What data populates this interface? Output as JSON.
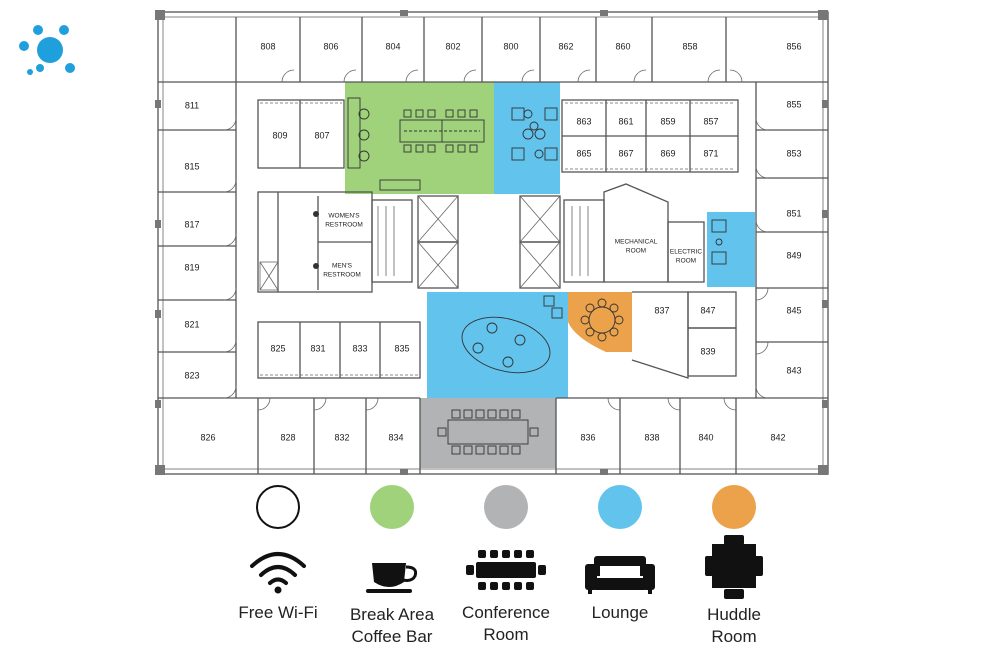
{
  "colors": {
    "break_area": "#9fd27b",
    "lounge": "#62c3ec",
    "conference": "#b1b3b5",
    "huddle": "#eba24b",
    "logo": "#1fa0dc"
  },
  "rooms": {
    "r808": "808",
    "r806": "806",
    "r804": "804",
    "r802": "802",
    "r800": "800",
    "r862": "862",
    "r860": "860",
    "r858": "858",
    "r856": "856",
    "r811": "811",
    "r809": "809",
    "r807": "807",
    "r815": "815",
    "r817": "817",
    "r819": "819",
    "r821": "821",
    "r823": "823",
    "r826": "826",
    "r825": "825",
    "r831": "831",
    "r833": "833",
    "r835": "835",
    "r828": "828",
    "r832": "832",
    "r834": "834",
    "r863": "863",
    "r861": "861",
    "r859": "859",
    "r857": "857",
    "r865": "865",
    "r867": "867",
    "r869": "869",
    "r871": "871",
    "r855": "855",
    "r853": "853",
    "r851": "851",
    "r849": "849",
    "r845": "845",
    "r843": "843",
    "r842": "842",
    "r840": "840",
    "r838": "838",
    "r836": "836",
    "r837": "837",
    "r847": "847",
    "r839": "839",
    "womens_1": "WOMEN'S",
    "womens_2": "RESTROOM",
    "mens_1": "MEN'S",
    "mens_2": "RESTROOM",
    "mech_1": "MECHANICAL",
    "mech_2": "ROOM",
    "elec_1": "ELECTRIC",
    "elec_2": "ROOM"
  },
  "legend": {
    "wifi_1": "Free Wi-Fi",
    "break_1": "Break Area",
    "break_2": "Coffee Bar",
    "conf_1": "Conference",
    "conf_2": "Room",
    "lounge_1": "Lounge",
    "huddle_1": "Huddle",
    "huddle_2": "Room"
  },
  "icons": {
    "logo": "molecule-logo-icon",
    "wifi": "wifi-icon",
    "coffee": "coffee-cup-icon",
    "conference": "conference-table-icon",
    "lounge": "sofa-icon",
    "huddle": "huddle-table-icon"
  }
}
